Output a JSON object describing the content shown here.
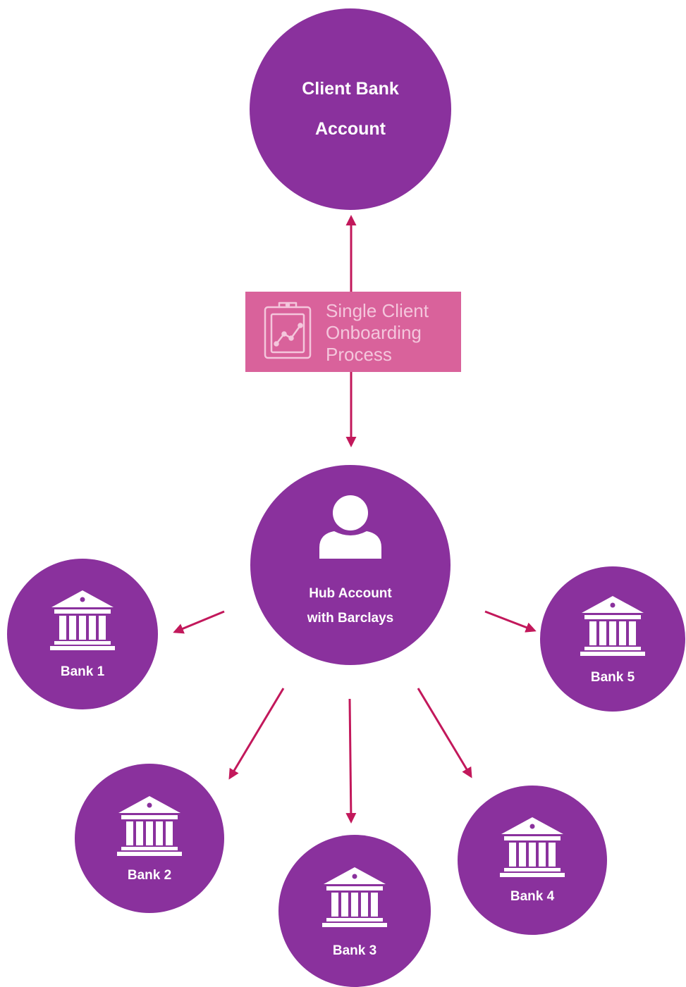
{
  "colors": {
    "node_fill": "#8a319d",
    "arrow": "#c2185b",
    "process_fill": "#d9629b",
    "process_text": "#f4c6dc",
    "label": "#ffffff"
  },
  "client": {
    "line1": "Client Bank",
    "line2": "Account"
  },
  "process": {
    "icon": "clipboard-chart-icon",
    "line1": "Single Client",
    "line2": "Onboarding",
    "line3": "Process"
  },
  "hub": {
    "icon": "person-icon",
    "line1": "Hub Account",
    "line2": "with Barclays"
  },
  "banks": [
    {
      "label": "Bank 1",
      "icon": "bank-building-icon"
    },
    {
      "label": "Bank 2",
      "icon": "bank-building-icon"
    },
    {
      "label": "Bank 3",
      "icon": "bank-building-icon"
    },
    {
      "label": "Bank 4",
      "icon": "bank-building-icon"
    },
    {
      "label": "Bank 5",
      "icon": "bank-building-icon"
    }
  ]
}
